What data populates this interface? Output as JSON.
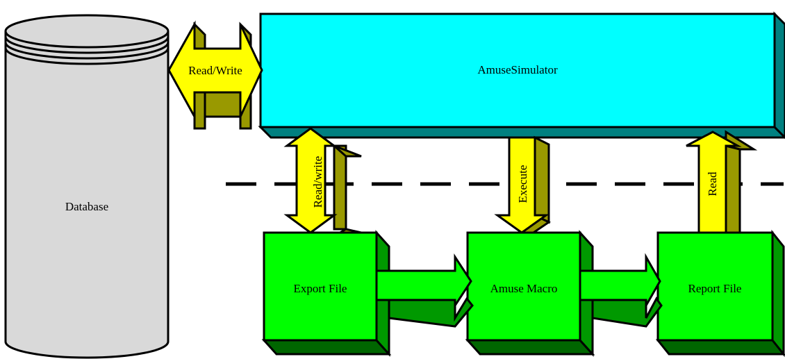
{
  "colors": {
    "cyan_face": "#00ffff",
    "cyan_side": "#008080",
    "green_face": "#00ff00",
    "green_side": "#009900",
    "green_dark": "#006600",
    "yellow_face": "#ffff00",
    "yellow_side": "#999900",
    "cylinder": "#d9d9d9",
    "outline": "#000000"
  },
  "database": {
    "label": "Database"
  },
  "simulator": {
    "label": "AmuseSimulator"
  },
  "boxes": {
    "export": {
      "label": "Export File"
    },
    "macro": {
      "label": "Amuse Macro"
    },
    "report": {
      "label": "Report File"
    }
  },
  "arrows": {
    "db_sim": {
      "label": "Read/Write",
      "direction": "both"
    },
    "export_sim": {
      "label": "Read/write",
      "direction": "both"
    },
    "sim_macro": {
      "label": "Execute",
      "direction": "down"
    },
    "report_sim": {
      "label": "Read",
      "direction": "up"
    },
    "export_macro": {
      "direction": "right"
    },
    "macro_report": {
      "direction": "right"
    }
  },
  "divider": {
    "style": "dashed"
  }
}
